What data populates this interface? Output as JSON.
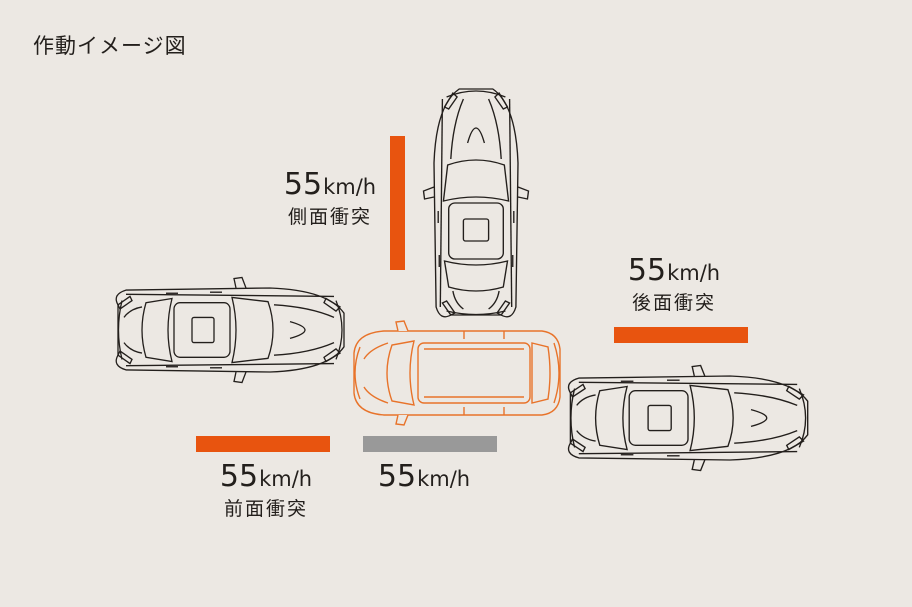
{
  "title": "作動イメージ図",
  "colors": {
    "background": "#ece8e3",
    "impact": "#e8540f",
    "own_speed": "#999999",
    "own_car": "#e8732a",
    "other_car": "#231f1c"
  },
  "labels": {
    "side": {
      "speed": "55",
      "unit": "km/h",
      "kind": "側面衝突"
    },
    "rear": {
      "speed": "55",
      "unit": "km/h",
      "kind": "後面衝突"
    },
    "front": {
      "speed": "55",
      "unit": "km/h",
      "kind": "前面衝突"
    },
    "own": {
      "speed": "55",
      "unit": "km/h"
    }
  }
}
